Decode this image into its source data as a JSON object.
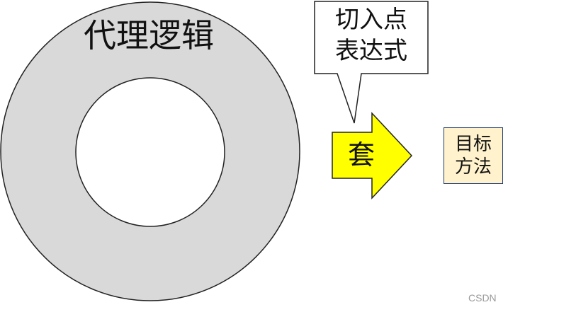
{
  "diagram": {
    "proxy_ring": {
      "label": "代理逻辑",
      "fill": "#d9d9d9",
      "stroke": "#222222"
    },
    "callout": {
      "line1": "切入点",
      "line2": "表达式",
      "fill": "#ffffff",
      "stroke": "#222222"
    },
    "arrow": {
      "label": "套",
      "fill": "#ffff00",
      "stroke": "#222222"
    },
    "target": {
      "line1": "目标",
      "line2": "方法",
      "fill": "#fff2cc",
      "stroke": "#1f3b73"
    }
  },
  "watermark": "CSDN  "
}
